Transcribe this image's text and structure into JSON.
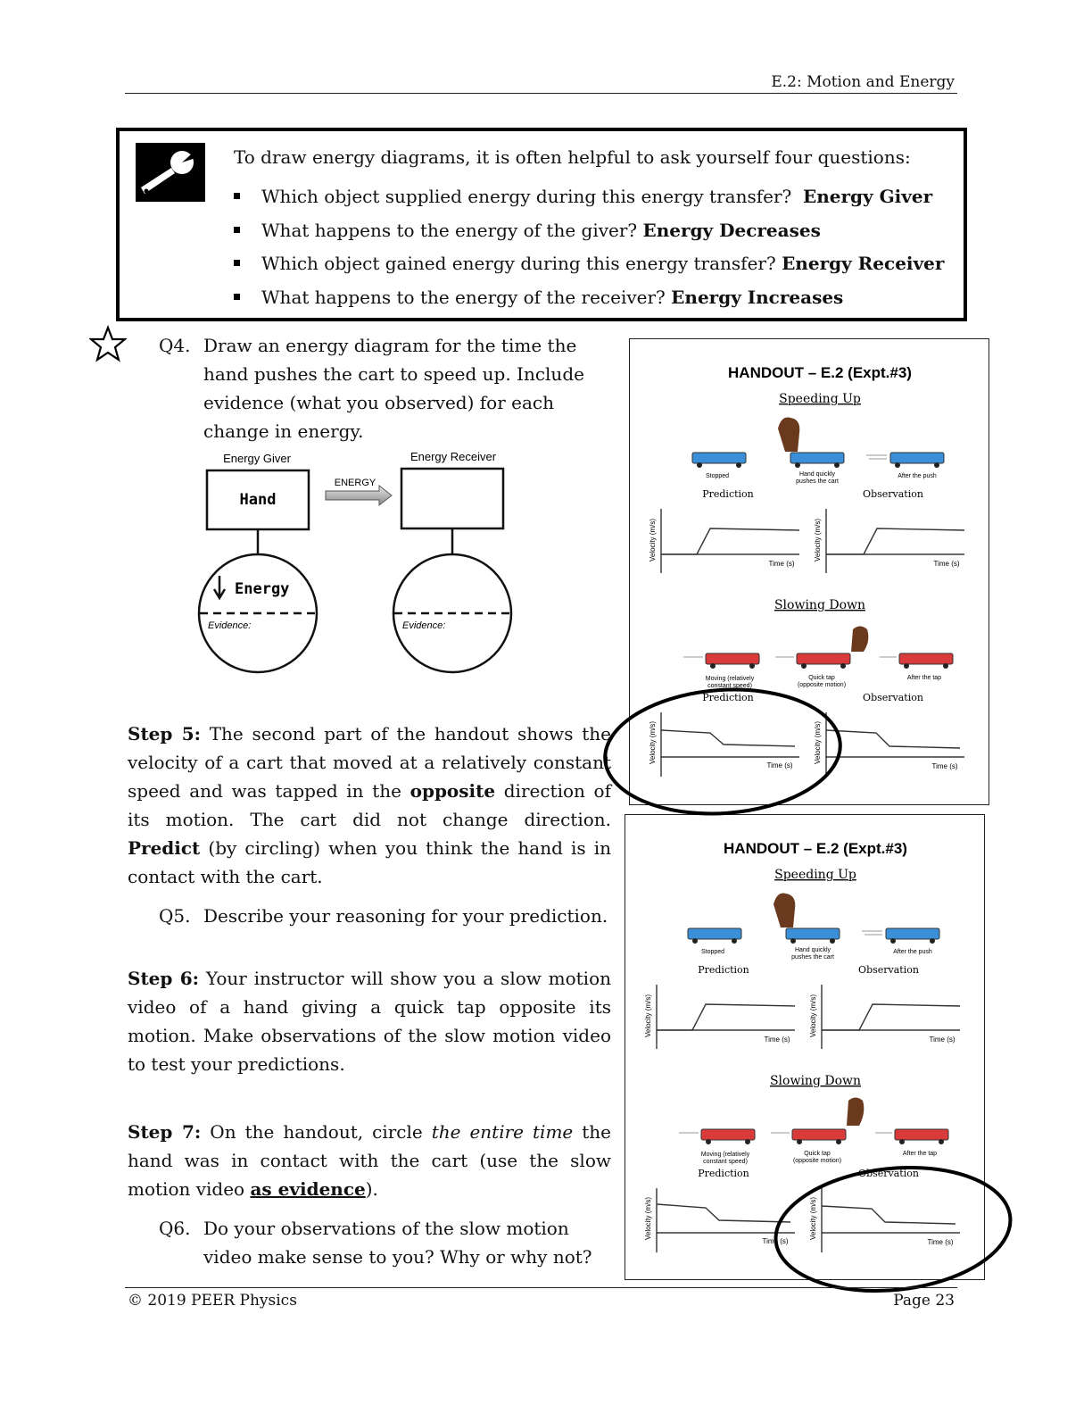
{
  "header": {
    "title": "E.2: Motion and Energy"
  },
  "tip": {
    "intro": "To draw energy diagrams, it is often helpful to ask yourself four questions:",
    "bullets": [
      {
        "text": "Which object supplied energy during this energy transfer?",
        "bold": "Energy Giver"
      },
      {
        "text": "What happens to the energy of the giver?",
        "bold": "Energy Decreases"
      },
      {
        "text": "Which object gained energy during this energy transfer?",
        "bold": "Energy Receiver"
      },
      {
        "text": "What happens to the energy of the receiver?",
        "bold": "Energy Increases"
      }
    ]
  },
  "q4": {
    "num": "Q4.",
    "lines": [
      "Draw an energy diagram for the time the",
      "hand pushes the cart to speed up. Include",
      "evidence (what you observed) for each",
      "change in energy."
    ]
  },
  "energy_diagram": {
    "giver_label": "Energy Giver",
    "receiver_label": "Energy Receiver",
    "arrow_label": "ENERGY",
    "giver_box_text": "Hand",
    "giver_circle_text": "Energy",
    "evidence_label": "Evidence:"
  },
  "step5": {
    "label": "Step 5:",
    "t1": " The second part of the handout shows the velocity of a cart that moved at a relatively constant speed and was tapped in the ",
    "b1": "opposite",
    "t2": " direction of its motion.  The cart did not change direction. ",
    "b2": "Predict",
    "t3": " (by circling) when you think the hand is in contact with the cart."
  },
  "q5": {
    "num": "Q5.",
    "text": "Describe your reasoning for your prediction."
  },
  "step6": {
    "label": "Step 6:",
    "text": " Your instructor will show you a slow motion video of a hand giving a quick tap opposite its motion.  Make observations of the slow motion video to test your predictions."
  },
  "step7": {
    "label": "Step 7:",
    "t1": " On the handout, circle ",
    "italic": "the entire time",
    "t2": " the hand was in contact with the cart (use the slow motion video ",
    "underline": "as evidence",
    "t3": ")."
  },
  "q6": {
    "num": "Q6.",
    "lines": [
      "Do your observations of the slow motion",
      "video make sense to you?  Why or why not?"
    ]
  },
  "handout": {
    "title": "HANDOUT – E.2 (Expt.#3)",
    "speeding_up": "Speeding Up",
    "slowing_down": "Slowing Down",
    "stopped": "Stopped",
    "hand_quickly_1": "Hand quickly",
    "hand_quickly_2": "pushes the cart",
    "after_push": "After the push",
    "moving_1": "Moving (relatively",
    "moving_2": "constant speed)",
    "quick_tap_1": "Quick tap",
    "quick_tap_2": "(opposite motion)",
    "after_tap": "After the tap",
    "prediction": "Prediction",
    "observation": "Observation",
    "velocity_axis": "Velocity (m/s)",
    "time_axis": "Time (s)"
  },
  "colors": {
    "blue_cart": "#3a8fd8",
    "red_cart": "#d93a3a",
    "hand": "#6b3a1e"
  },
  "footer": {
    "left": "© 2019 PEER Physics",
    "right": "Page 23"
  }
}
